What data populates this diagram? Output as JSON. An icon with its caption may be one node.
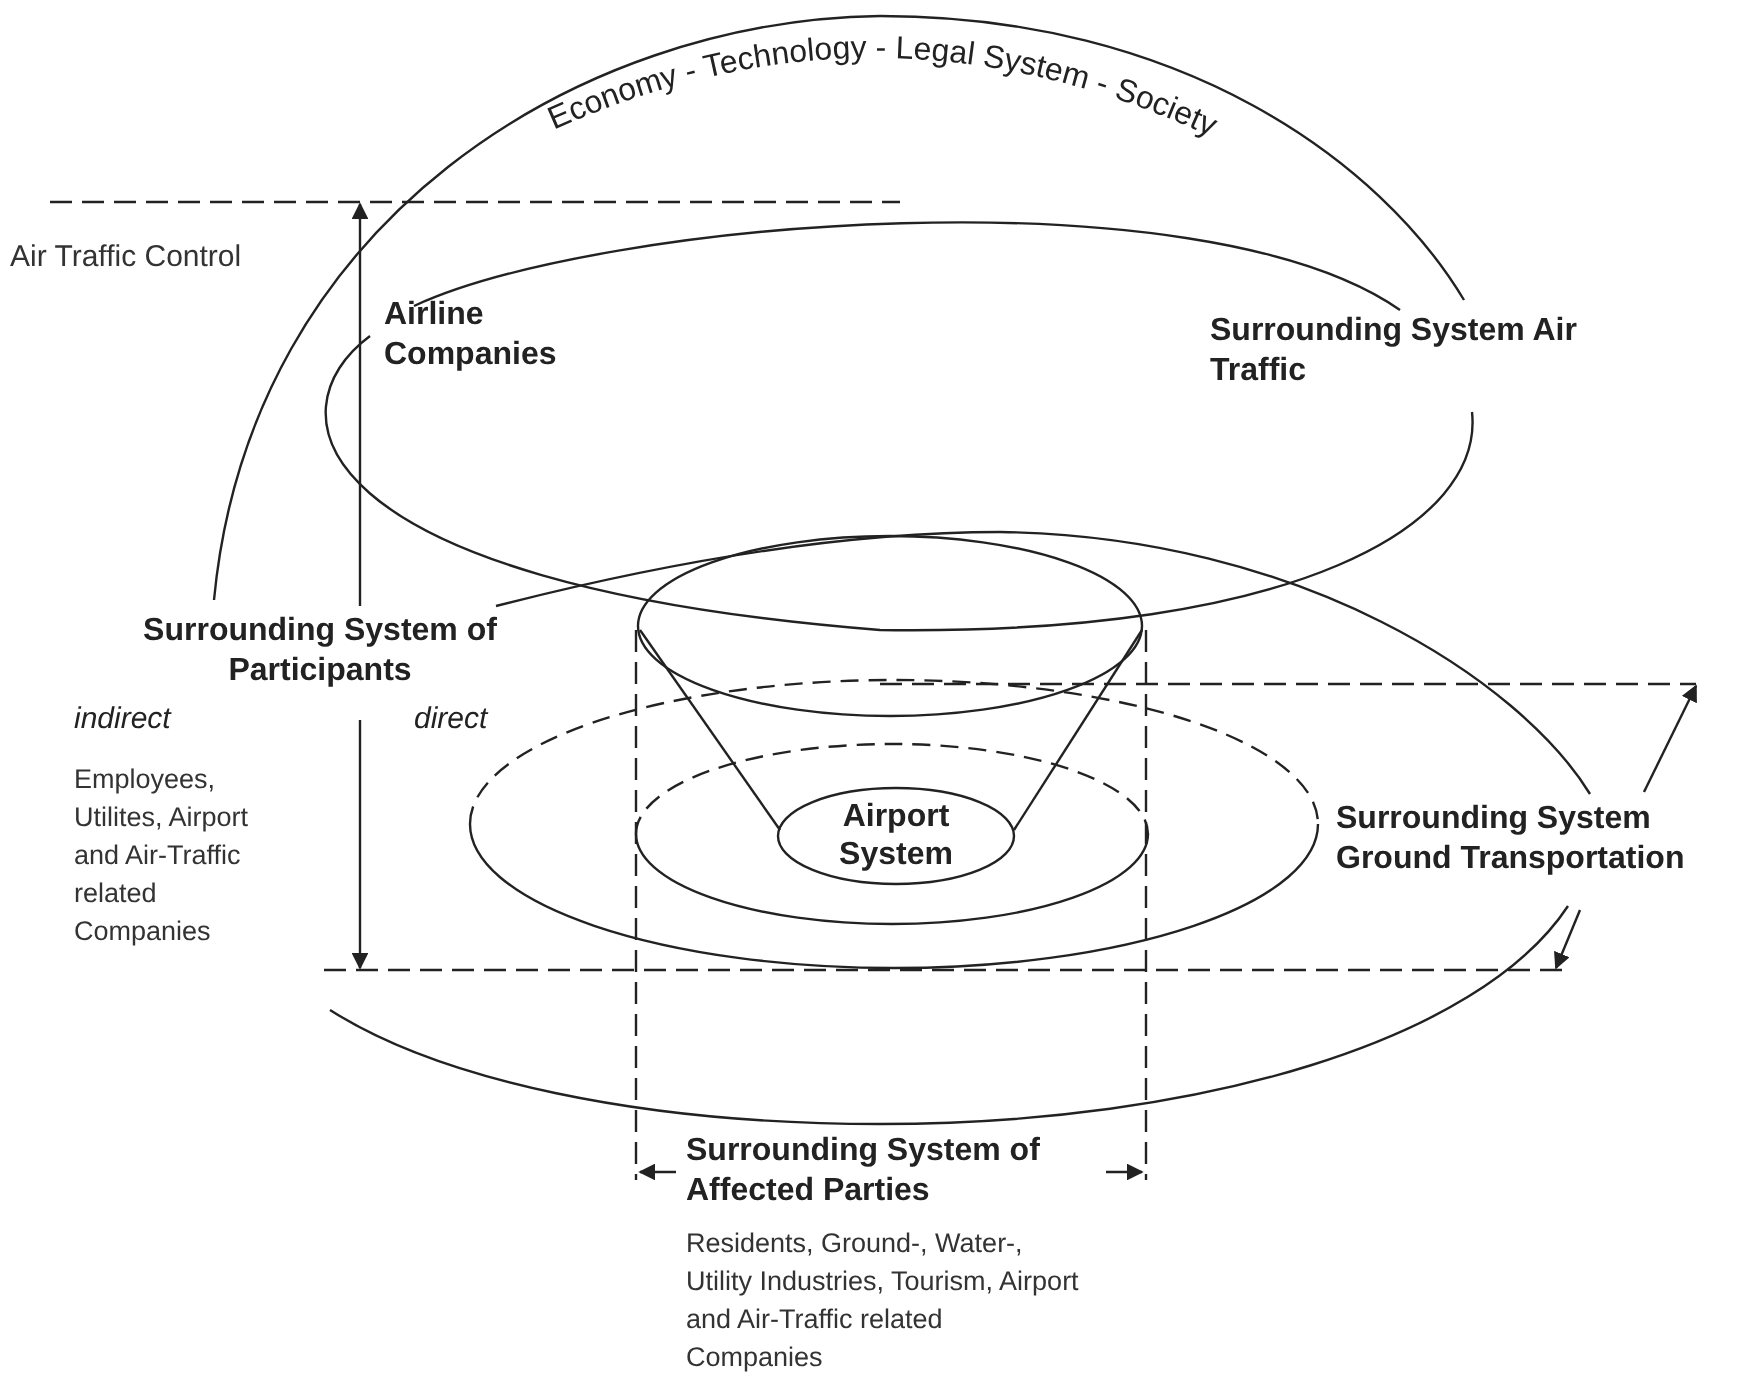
{
  "diagram": {
    "nodes": [
      {
        "text": [
          "Airport System"
        ]
      }
    ],
    "labels": [
      "Economy - Technology - Legal System - Society",
      "Air Traffic Control",
      "Airline Companies",
      "Surrounding System Air Traffic",
      "Surrounding System of Participants",
      "indirect",
      "direct",
      "Employees, Utilites, Airport and Air-Traffic related Companies",
      "Surrounding System Ground Transportation",
      "Surrounding System of Affected Parties",
      "Residents, Ground-, Water-, Utility Industries, Tourism, Airport and Air-Traffic related Companies"
    ]
  }
}
